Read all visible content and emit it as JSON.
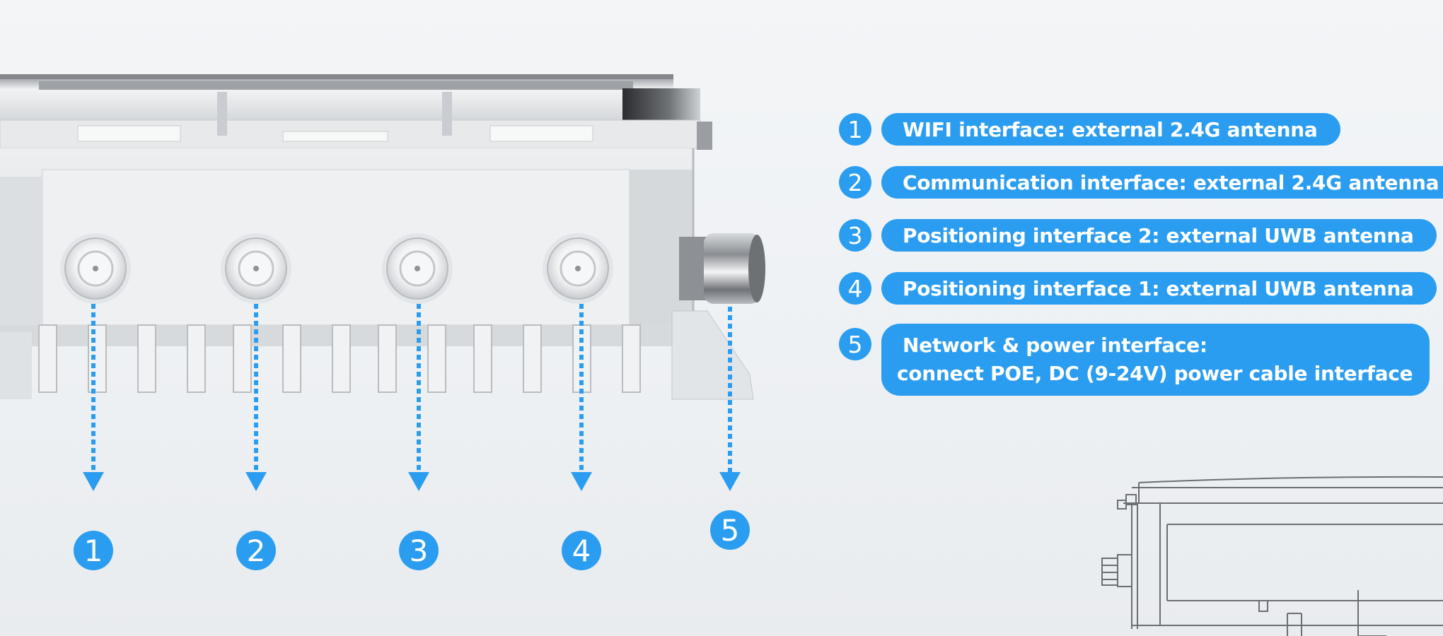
{
  "legend": [
    {
      "number": "1",
      "lines": [
        "WIFI interface: external 2.4G antenna"
      ]
    },
    {
      "number": "2",
      "lines": [
        "Communication interface: external 2.4G antenna"
      ]
    },
    {
      "number": "3",
      "lines": [
        "Positioning interface 2: external UWB antenna"
      ]
    },
    {
      "number": "4",
      "lines": [
        "Positioning interface 1: external UWB antenna"
      ]
    },
    {
      "number": "5",
      "lines": [
        "Network & power interface:",
        "connect POE, DC (9-24V) power cable interface"
      ]
    }
  ],
  "ports": [
    {
      "number": "1"
    },
    {
      "number": "2"
    },
    {
      "number": "3"
    },
    {
      "number": "4"
    },
    {
      "number": "5"
    }
  ],
  "colors": {
    "accent": "#2b9df0",
    "device_body": "#e4e6e8",
    "outline": "#6b6e72"
  }
}
